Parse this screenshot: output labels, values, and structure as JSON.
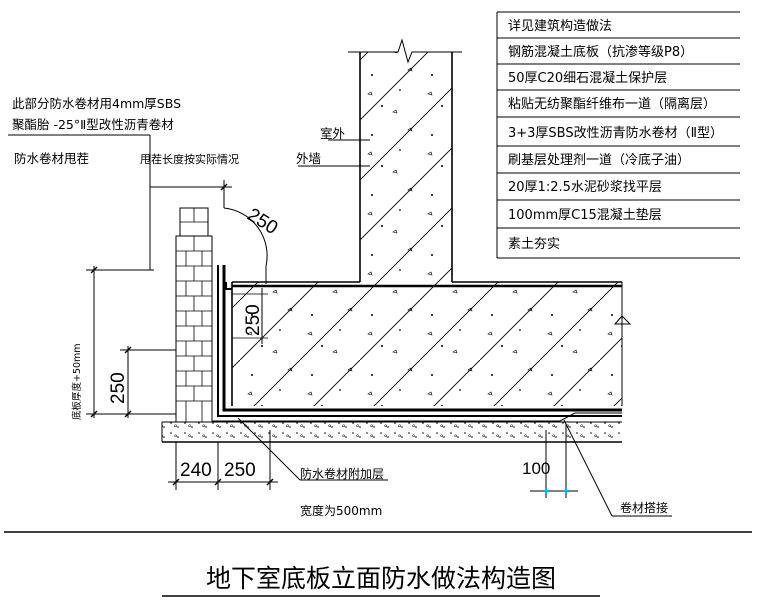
{
  "layer_table": [
    "详见建筑构造做法",
    "钢筋混凝土底板（抗渗等级P8）",
    "50厚C20细石混凝土保护层",
    "粘贴无纺聚酯纤维布一道（隔离层）",
    "3+3厚SBS改性沥青防水卷材（Ⅱ型）",
    "刷基层处理剂一道（冷底子油）",
    "20厚1:2.5水泥砂浆找平层",
    "100mm厚C15混凝土垫层",
    "素土夯实"
  ],
  "labels": {
    "note_line1": "此部分防水卷材用4mm厚SBS",
    "note_line2": "聚酯胎 -25°Ⅱ型改性沥青卷材",
    "flash": "防水卷材甩茬",
    "flash_length": "甩茬长度按实际情况",
    "exterior": "室外",
    "outer_wall": "外墙",
    "reinforce_1": "防水卷材附加层",
    "reinforce_2": "宽度为500mm",
    "lap": "卷材搭接",
    "vertical_dim": "底板厚度+50mm"
  },
  "dims": {
    "d250_arc": "250",
    "d250_corner": "250",
    "d250_left": "250",
    "d240": "240",
    "d250_bottom": "250",
    "d100": "100"
  },
  "title": "地下室底板立面防水做法构造图",
  "colors": {
    "line": "#000000",
    "dim_tick": "#00b4ff"
  }
}
